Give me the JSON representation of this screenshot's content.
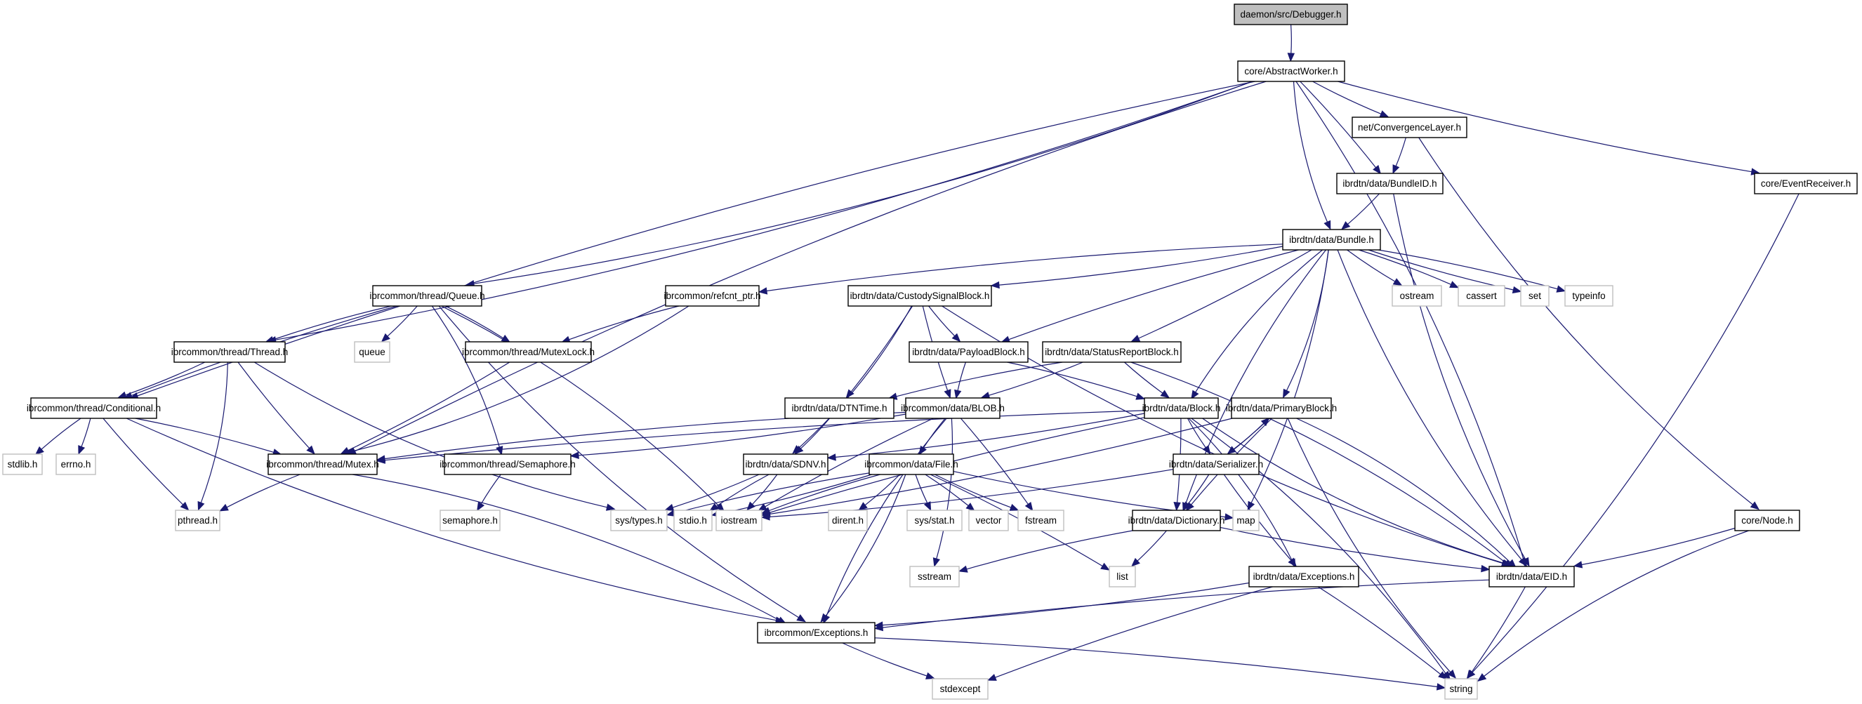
{
  "diagram": {
    "type": "include-dependency-graph",
    "root": "daemon/src/Debugger.h",
    "colors": {
      "edge": "#191970",
      "root_fill": "#bfbfbf",
      "project_border": "#000000",
      "external_border": "#bfbfbf"
    },
    "nodes": [
      {
        "id": "debugger",
        "label": "daemon/src/Debugger.h",
        "kind": "root"
      },
      {
        "id": "abstractworker",
        "label": "core/AbstractWorker.h",
        "kind": "project"
      },
      {
        "id": "convergencelayer",
        "label": "net/ConvergenceLayer.h",
        "kind": "project"
      },
      {
        "id": "bundleid",
        "label": "ibrdtn/data/BundleID.h",
        "kind": "project"
      },
      {
        "id": "eventreceiver",
        "label": "core/EventReceiver.h",
        "kind": "project"
      },
      {
        "id": "bundle",
        "label": "ibrdtn/data/Bundle.h",
        "kind": "project"
      },
      {
        "id": "queue",
        "label": "ibrcommon/thread/Queue.h",
        "kind": "project"
      },
      {
        "id": "refcnt",
        "label": "ibrcommon/refcnt_ptr.h",
        "kind": "project"
      },
      {
        "id": "custody",
        "label": "ibrdtn/data/CustodySignalBlock.h",
        "kind": "project"
      },
      {
        "id": "ostream",
        "label": "ostream",
        "kind": "external"
      },
      {
        "id": "cassert",
        "label": "cassert",
        "kind": "external"
      },
      {
        "id": "set",
        "label": "set",
        "kind": "external"
      },
      {
        "id": "typeinfo",
        "label": "typeinfo",
        "kind": "external"
      },
      {
        "id": "thread",
        "label": "ibrcommon/thread/Thread.h",
        "kind": "project"
      },
      {
        "id": "queuestd",
        "label": "queue",
        "kind": "external"
      },
      {
        "id": "mutexlock",
        "label": "ibrcommon/thread/MutexLock.h",
        "kind": "project"
      },
      {
        "id": "payload",
        "label": "ibrdtn/data/PayloadBlock.h",
        "kind": "project"
      },
      {
        "id": "statusreport",
        "label": "ibrdtn/data/StatusReportBlock.h",
        "kind": "project"
      },
      {
        "id": "conditional",
        "label": "ibrcommon/thread/Conditional.h",
        "kind": "project"
      },
      {
        "id": "dtntime",
        "label": "ibrdtn/data/DTNTime.h",
        "kind": "project"
      },
      {
        "id": "blob",
        "label": "ibrcommon/data/BLOB.h",
        "kind": "project"
      },
      {
        "id": "block",
        "label": "ibrdtn/data/Block.h",
        "kind": "project"
      },
      {
        "id": "primaryblock",
        "label": "ibrdtn/data/PrimaryBlock.h",
        "kind": "project"
      },
      {
        "id": "stdlib",
        "label": "stdlib.h",
        "kind": "external"
      },
      {
        "id": "errno",
        "label": "errno.h",
        "kind": "external"
      },
      {
        "id": "mutex",
        "label": "ibrcommon/thread/Mutex.h",
        "kind": "project"
      },
      {
        "id": "semaphore",
        "label": "ibrcommon/thread/Semaphore.h",
        "kind": "project"
      },
      {
        "id": "sdnv",
        "label": "ibrdtn/data/SDNV.h",
        "kind": "project"
      },
      {
        "id": "file",
        "label": "ibrcommon/data/File.h",
        "kind": "project"
      },
      {
        "id": "serializer",
        "label": "ibrdtn/data/Serializer.h",
        "kind": "project"
      },
      {
        "id": "pthread",
        "label": "pthread.h",
        "kind": "external"
      },
      {
        "id": "semaphoreh",
        "label": "semaphore.h",
        "kind": "external"
      },
      {
        "id": "systypes",
        "label": "sys/types.h",
        "kind": "external"
      },
      {
        "id": "stdio",
        "label": "stdio.h",
        "kind": "external"
      },
      {
        "id": "iostream",
        "label": "iostream",
        "kind": "external"
      },
      {
        "id": "dirent",
        "label": "dirent.h",
        "kind": "external"
      },
      {
        "id": "sysstat",
        "label": "sys/stat.h",
        "kind": "external"
      },
      {
        "id": "vector",
        "label": "vector",
        "kind": "external"
      },
      {
        "id": "fstream",
        "label": "fstream",
        "kind": "external"
      },
      {
        "id": "dictionary",
        "label": "ibrdtn/data/Dictionary.h",
        "kind": "project"
      },
      {
        "id": "map",
        "label": "map",
        "kind": "external"
      },
      {
        "id": "node",
        "label": "core/Node.h",
        "kind": "project"
      },
      {
        "id": "sstream",
        "label": "sstream",
        "kind": "external"
      },
      {
        "id": "list",
        "label": "list",
        "kind": "external"
      },
      {
        "id": "dtnexceptions",
        "label": "ibrdtn/data/Exceptions.h",
        "kind": "project"
      },
      {
        "id": "eid",
        "label": "ibrdtn/data/EID.h",
        "kind": "project"
      },
      {
        "id": "exceptions",
        "label": "ibrcommon/Exceptions.h",
        "kind": "project"
      },
      {
        "id": "stdexcept",
        "label": "stdexcept",
        "kind": "external"
      },
      {
        "id": "string",
        "label": "string",
        "kind": "external"
      }
    ],
    "edges": [
      [
        "debugger",
        "abstractworker"
      ],
      [
        "abstractworker",
        "conditional"
      ],
      [
        "abstractworker",
        "thread"
      ],
      [
        "abstractworker",
        "mutex"
      ],
      [
        "abstractworker",
        "queue"
      ],
      [
        "abstractworker",
        "bundle"
      ],
      [
        "abstractworker",
        "bundleid"
      ],
      [
        "abstractworker",
        "convergencelayer"
      ],
      [
        "abstractworker",
        "eid"
      ],
      [
        "abstractworker",
        "eventreceiver"
      ],
      [
        "convergencelayer",
        "bundleid"
      ],
      [
        "convergencelayer",
        "node"
      ],
      [
        "bundleid",
        "bundle"
      ],
      [
        "bundleid",
        "eid"
      ],
      [
        "eventreceiver",
        "string"
      ],
      [
        "bundle",
        "refcnt"
      ],
      [
        "bundle",
        "custody"
      ],
      [
        "bundle",
        "payload"
      ],
      [
        "bundle",
        "statusreport"
      ],
      [
        "bundle",
        "block"
      ],
      [
        "bundle",
        "primaryblock"
      ],
      [
        "bundle",
        "dictionary"
      ],
      [
        "bundle",
        "map"
      ],
      [
        "bundle",
        "ostream"
      ],
      [
        "bundle",
        "cassert"
      ],
      [
        "bundle",
        "set"
      ],
      [
        "bundle",
        "typeinfo"
      ],
      [
        "bundle",
        "eid"
      ],
      [
        "queue",
        "queuestd"
      ],
      [
        "queue",
        "thread"
      ],
      [
        "queue",
        "mutexlock"
      ],
      [
        "queue",
        "conditional"
      ],
      [
        "queue",
        "semaphore"
      ],
      [
        "queue",
        "exceptions"
      ],
      [
        "queue",
        "iostream"
      ],
      [
        "refcnt",
        "mutexlock"
      ],
      [
        "refcnt",
        "mutex"
      ],
      [
        "custody",
        "payload"
      ],
      [
        "custody",
        "dtntime"
      ],
      [
        "custody",
        "blob"
      ],
      [
        "custody",
        "sdnv"
      ],
      [
        "custody",
        "eid"
      ],
      [
        "thread",
        "conditional"
      ],
      [
        "thread",
        "mutex"
      ],
      [
        "thread",
        "pthread"
      ],
      [
        "thread",
        "systypes"
      ],
      [
        "mutexlock",
        "mutex"
      ],
      [
        "payload",
        "blob"
      ],
      [
        "payload",
        "block"
      ],
      [
        "statusreport",
        "dtntime"
      ],
      [
        "statusreport",
        "blob"
      ],
      [
        "statusreport",
        "block"
      ],
      [
        "statusreport",
        "eid"
      ],
      [
        "conditional",
        "stdlib"
      ],
      [
        "conditional",
        "errno"
      ],
      [
        "conditional",
        "pthread"
      ],
      [
        "conditional",
        "mutex"
      ],
      [
        "conditional",
        "exceptions"
      ],
      [
        "dtntime",
        "sdnv"
      ],
      [
        "blob",
        "mutex"
      ],
      [
        "blob",
        "semaphore"
      ],
      [
        "blob",
        "file"
      ],
      [
        "blob",
        "fstream"
      ],
      [
        "blob",
        "iostream"
      ],
      [
        "blob",
        "sstream"
      ],
      [
        "blob",
        "exceptions"
      ],
      [
        "block",
        "sdnv"
      ],
      [
        "block",
        "serializer"
      ],
      [
        "block",
        "dictionary"
      ],
      [
        "block",
        "eid"
      ],
      [
        "block",
        "dtnexceptions"
      ],
      [
        "block",
        "iostream"
      ],
      [
        "block",
        "string"
      ],
      [
        "block",
        "mutex"
      ],
      [
        "primaryblock",
        "serializer"
      ],
      [
        "primaryblock",
        "dictionary"
      ],
      [
        "primaryblock",
        "eid"
      ],
      [
        "primaryblock",
        "string"
      ],
      [
        "primaryblock",
        "iostream"
      ],
      [
        "mutex",
        "pthread"
      ],
      [
        "mutex",
        "exceptions"
      ],
      [
        "semaphore",
        "semaphoreh"
      ],
      [
        "sdnv",
        "systypes"
      ],
      [
        "sdnv",
        "stdio"
      ],
      [
        "sdnv",
        "iostream"
      ],
      [
        "file",
        "systypes"
      ],
      [
        "file",
        "stdio"
      ],
      [
        "file",
        "iostream"
      ],
      [
        "file",
        "dirent"
      ],
      [
        "file",
        "sysstat"
      ],
      [
        "file",
        "vector"
      ],
      [
        "file",
        "fstream"
      ],
      [
        "file",
        "list"
      ],
      [
        "file",
        "map"
      ],
      [
        "file",
        "exceptions"
      ],
      [
        "serializer",
        "primaryblock"
      ],
      [
        "serializer",
        "dictionary"
      ],
      [
        "serializer",
        "dtnexceptions"
      ],
      [
        "serializer",
        "iostream"
      ],
      [
        "dictionary",
        "sstream"
      ],
      [
        "dictionary",
        "list"
      ],
      [
        "dictionary",
        "eid"
      ],
      [
        "node",
        "eid"
      ],
      [
        "node",
        "string"
      ],
      [
        "dtnexceptions",
        "exceptions"
      ],
      [
        "dtnexceptions",
        "stdexcept"
      ],
      [
        "dtnexceptions",
        "string"
      ],
      [
        "eid",
        "exceptions"
      ],
      [
        "eid",
        "string"
      ],
      [
        "exceptions",
        "stdexcept"
      ],
      [
        "exceptions",
        "string"
      ]
    ]
  }
}
